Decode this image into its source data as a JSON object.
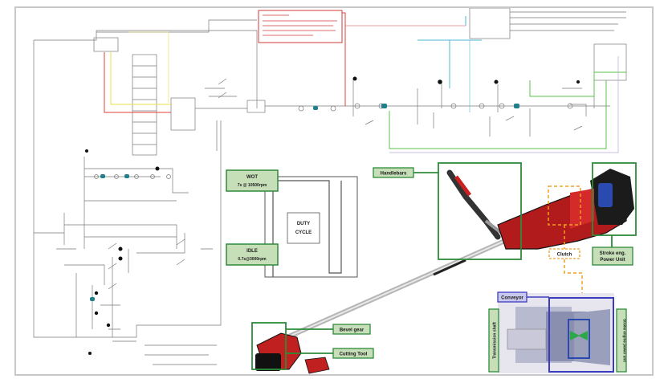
{
  "colors": {
    "circuit_line": "#7a7a7a",
    "red_line": "#e0403a",
    "green_line": "#59c24a",
    "cyan_line": "#4db9d6",
    "yellow_line": "#e3e24a",
    "purple_line": "#b9a6d8",
    "box_green": "#2e8b3a",
    "label_fill": "#c7dfb8",
    "blue_box": "#3c3cc0",
    "orange_dash": "#f0a020",
    "note_red": "#d23a3a"
  },
  "diagram": {
    "duty_cycle_label_1": "DUTY",
    "duty_cycle_label_2": "CYCLE",
    "wot_label_1": "WOT",
    "wot_label_2": "7s @ 10500rpm",
    "idle_label_1": "IDLE",
    "idle_label_2": "0.7s@3000rpm",
    "labels": {
      "handlebars": "Handlebars",
      "bevel_gear": "Bevel gear",
      "cutting_tool": "Cutting Tool",
      "clutch": "Clutch",
      "power_unit_1": "Stroke eng.",
      "power_unit_2": "Power Unit",
      "conveyor": "Conveyor",
      "transmission_shaft": "Transmission shaft",
      "stroke_engine_power_unit": "Stroke engine power unit"
    }
  }
}
